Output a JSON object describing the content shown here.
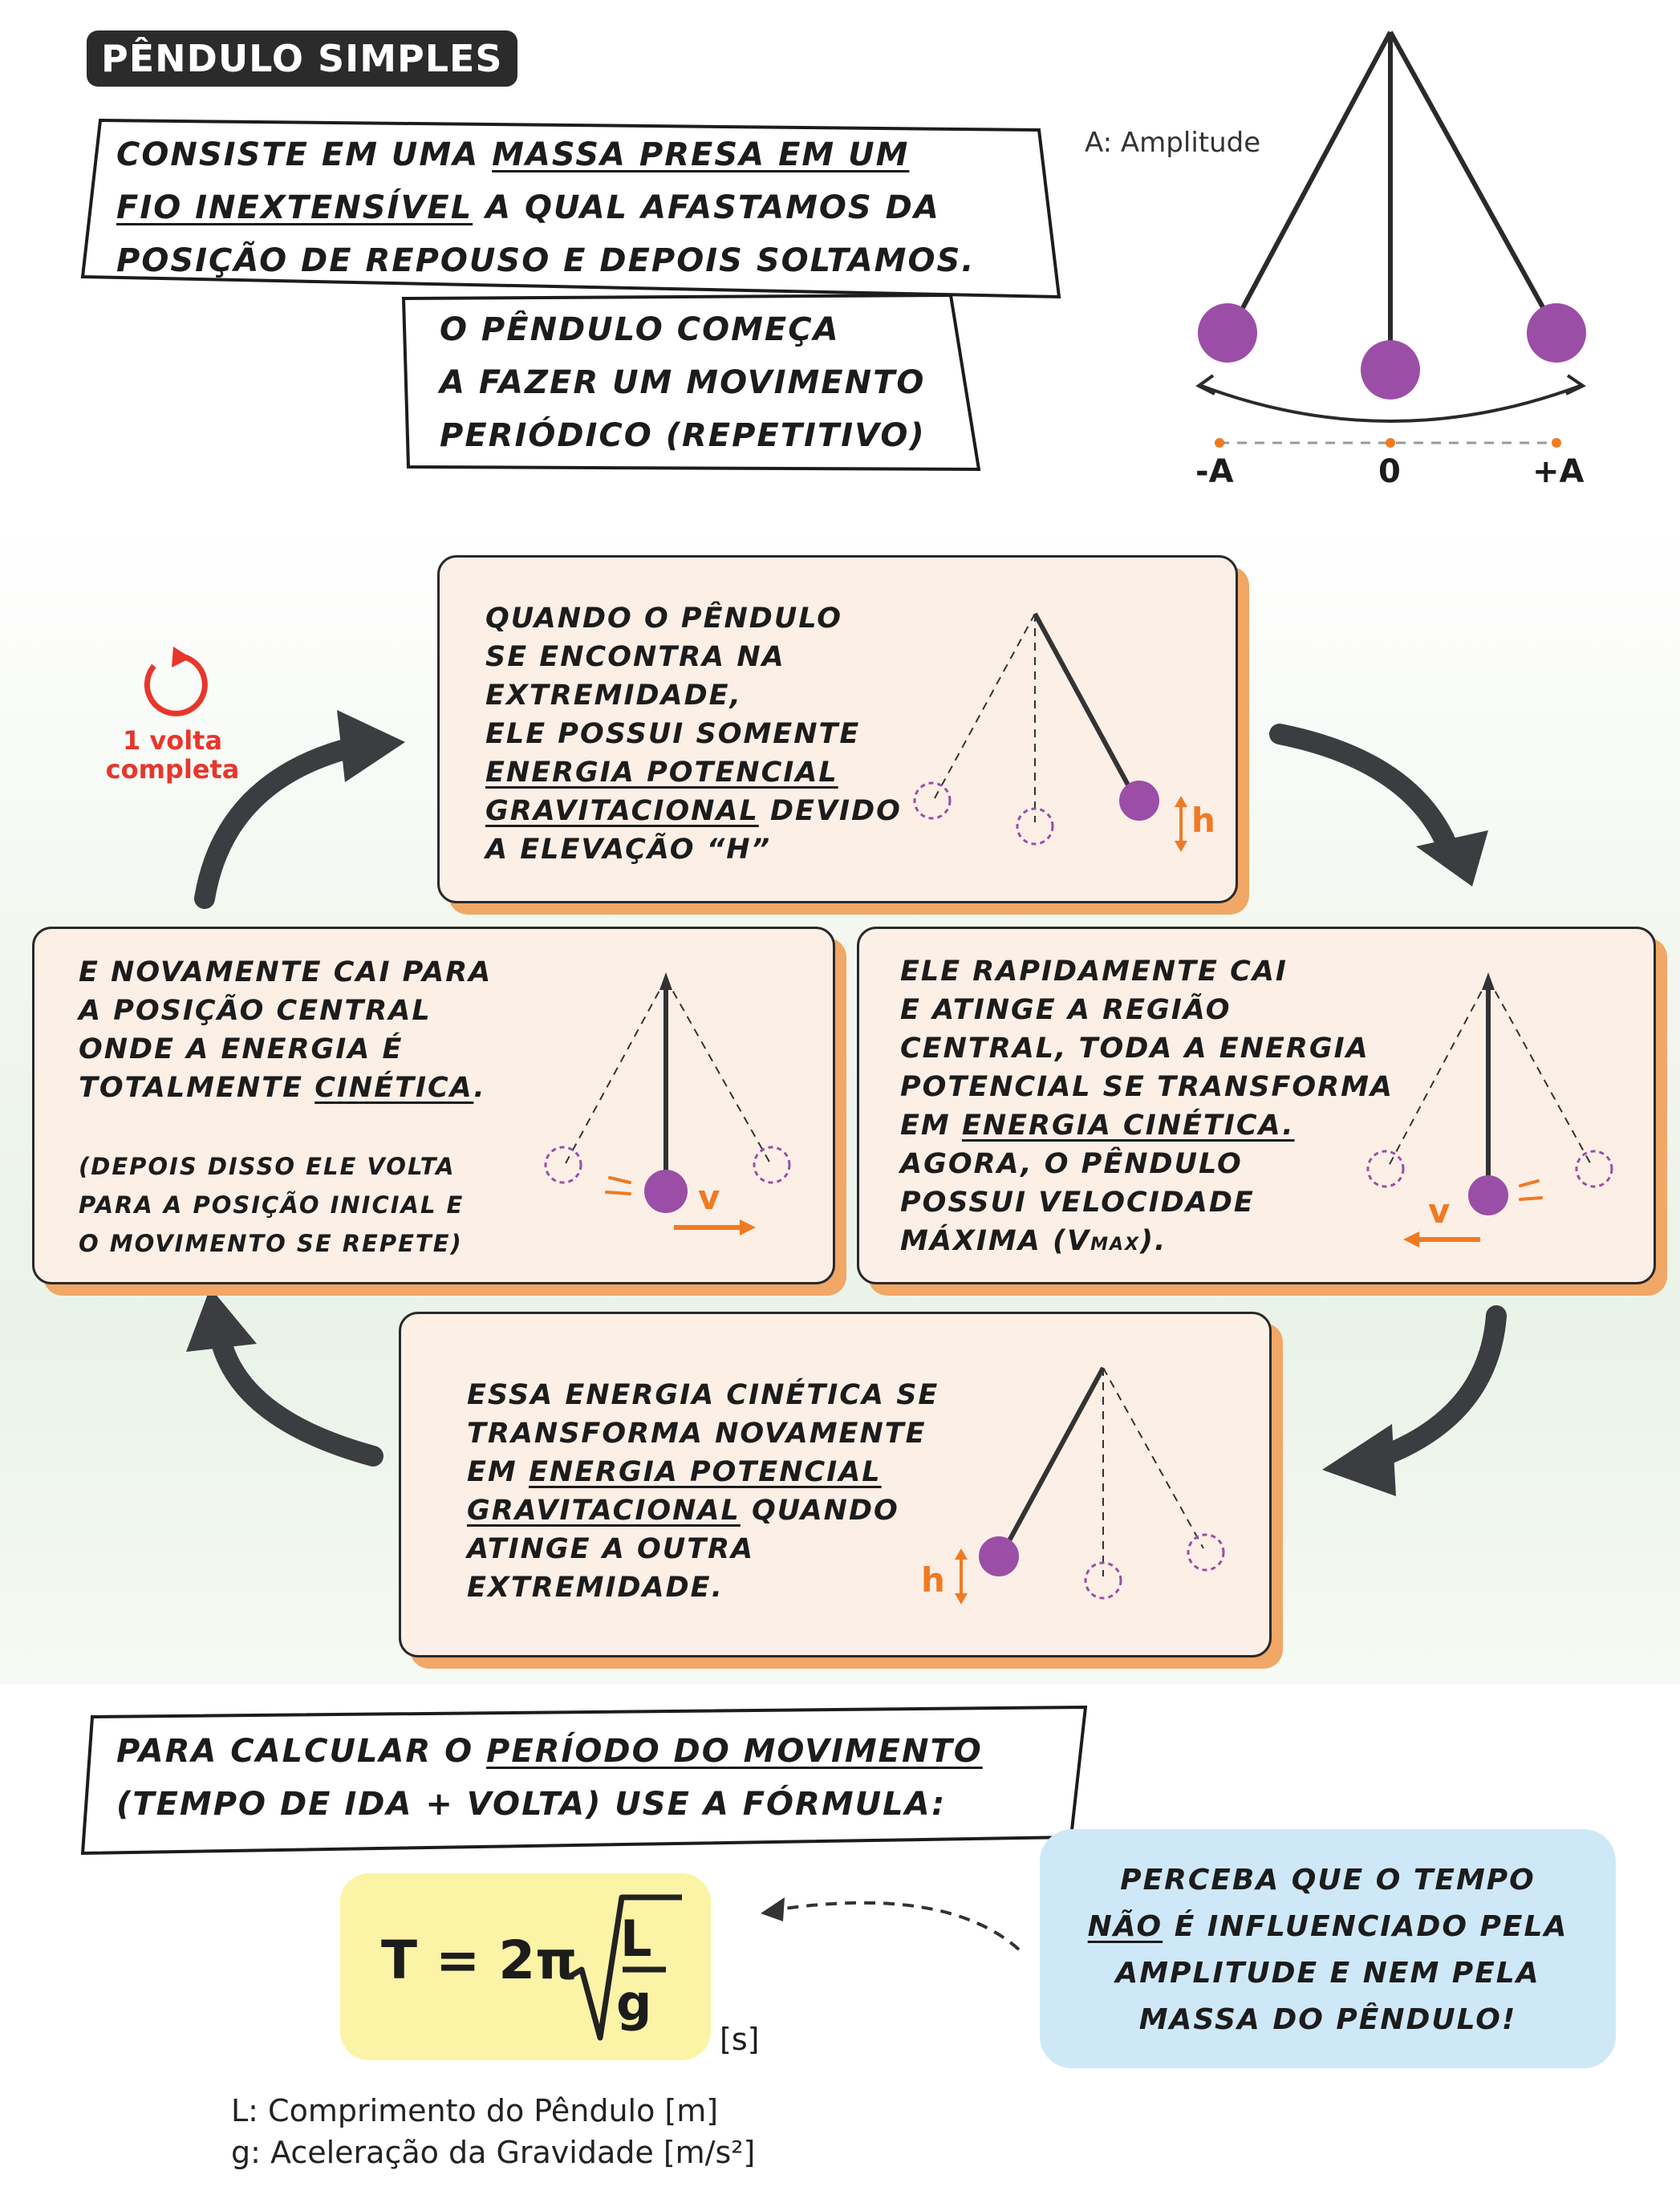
{
  "title": "PÊNDULO SIMPLES",
  "definition": {
    "before": "Consiste em uma ",
    "highlight1": "massa presa em um",
    "highlight2": "fio inextensível",
    "after1": " a qual afastamos da",
    "after2": "posição de repouso e depois soltamos."
  },
  "periodic": {
    "line1": "O pêndulo começa",
    "line2": "a fazer um movimento",
    "line3": "periódico (repetitivo)"
  },
  "pendulum_diagram": {
    "amplitude_label": "A: Amplitude",
    "axis_labels": [
      "-A",
      "0",
      "+A"
    ],
    "bob_color": "#9b4ea6",
    "accent_color": "#f07a22"
  },
  "cycle": {
    "label": "1 volta\ncompleta",
    "label_color": "#e8362c"
  },
  "card_top": {
    "l1": "Quando o pêndulo",
    "l2": "se encontra na",
    "l3": "extremidade,",
    "l4": "ele possui somente",
    "l5": "energia potencial",
    "l6": "gravitacional",
    "l6b": " devido",
    "l7": "a elevação “h”",
    "h_label": "h"
  },
  "card_left": {
    "l1": "E novamente cai para",
    "l2": "a posição central",
    "l3": "onde a energia é",
    "l4a": "totalmente ",
    "l4b": "cinética",
    "l4c": ".",
    "s1": "(Depois disso ele volta",
    "s2": "para a posição inicial e",
    "s3": "o movimento se repete)",
    "v_label": "v"
  },
  "card_right": {
    "l1": "Ele rapidamente cai",
    "l2": "e atinge a região",
    "l3": "central, toda a energia",
    "l4": "potencial se transforma",
    "l5a": "em ",
    "l5b": "energia cinética.",
    "l6": "Agora, o pêndulo",
    "l7": "possui velocidade",
    "l8a": "máxima (V",
    "l8b": "max",
    "l8c": ").",
    "v_label": "v"
  },
  "card_bottom": {
    "l1": "Essa energia cinética se",
    "l2": "transforma novamente",
    "l3a": "em ",
    "l3b": "energia potencial",
    "l4a": "gravitacional",
    "l4b": " quando",
    "l5": "atinge a outra",
    "l6": "extremidade.",
    "h_label": "h"
  },
  "period": {
    "l1a": "Para calcular o ",
    "l1b": "período do movimento",
    "l2": "(tempo de ida + volta) use a fórmula:"
  },
  "formula": {
    "lhs": "T = 2π",
    "numerator": "L",
    "denominator": "g",
    "unit": "[s]"
  },
  "note": {
    "l1": "Perceba que o tempo",
    "l2a": "não",
    "l2b": " é influenciado pela",
    "l3": "amplitude e nem pela",
    "l4": "massa do pêndulo!"
  },
  "definitions": {
    "L": "L: Comprimento do Pêndulo [m]",
    "g": "g: Aceleração da Gravidade [m/s²]"
  }
}
